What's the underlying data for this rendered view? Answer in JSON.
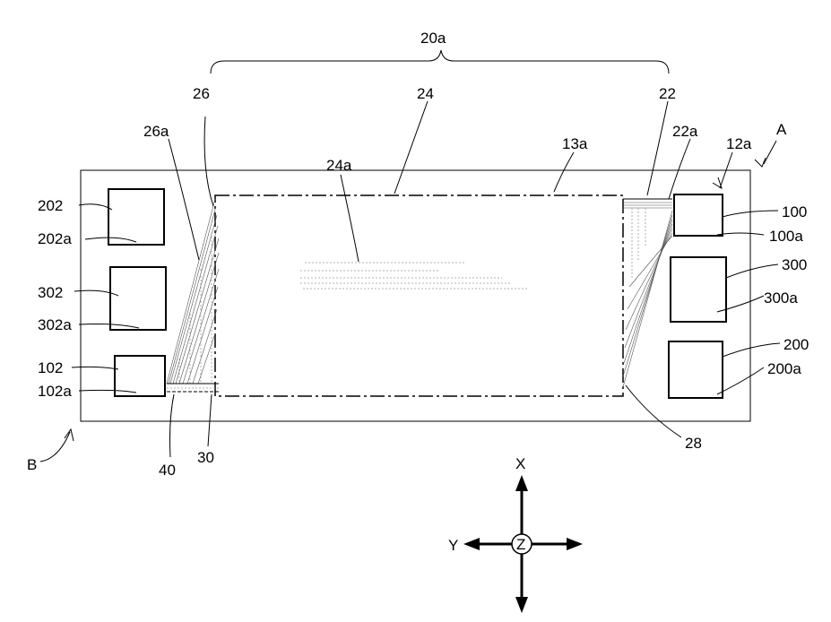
{
  "labels": {
    "l20a": "20a",
    "l26": "26",
    "l24": "24",
    "l22": "22",
    "l26a": "26a",
    "l24a": "24a",
    "l13a": "13a",
    "l22a": "22a",
    "l12a": "12a",
    "lA": "A",
    "l202": "202",
    "l202a": "202a",
    "l302": "302",
    "l302a": "302a",
    "l102": "102",
    "l102a": "102a",
    "l100": "100",
    "l100a": "100a",
    "l300": "300",
    "l300a": "300a",
    "l200": "200",
    "l200a": "200a",
    "lB": "B",
    "l40": "40",
    "l30": "30",
    "l28": "28"
  },
  "axes": {
    "x": "X",
    "y": "Y",
    "z": "Z"
  }
}
